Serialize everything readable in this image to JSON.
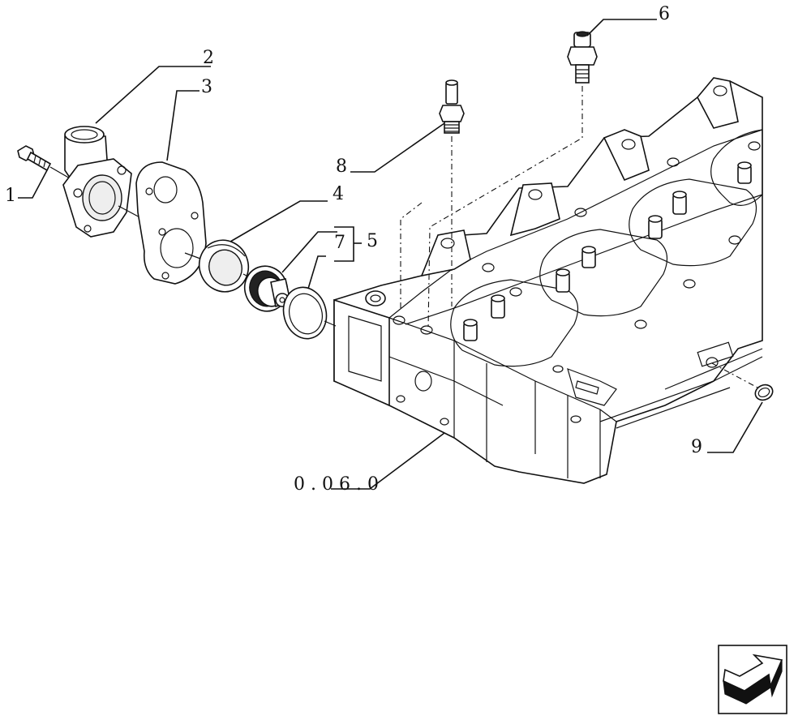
{
  "diagram": {
    "callouts": [
      {
        "id": "c1",
        "label": "1"
      },
      {
        "id": "c2",
        "label": "2"
      },
      {
        "id": "c3",
        "label": "3"
      },
      {
        "id": "c4",
        "label": "4"
      },
      {
        "id": "c5",
        "label": "5"
      },
      {
        "id": "c6",
        "label": "6"
      },
      {
        "id": "c7",
        "label": "7"
      },
      {
        "id": "c8",
        "label": "8"
      },
      {
        "id": "c9",
        "label": "9"
      }
    ],
    "reference": "0 . 0 6 . 0",
    "nav_icon": "next-page-arrow-icon"
  }
}
